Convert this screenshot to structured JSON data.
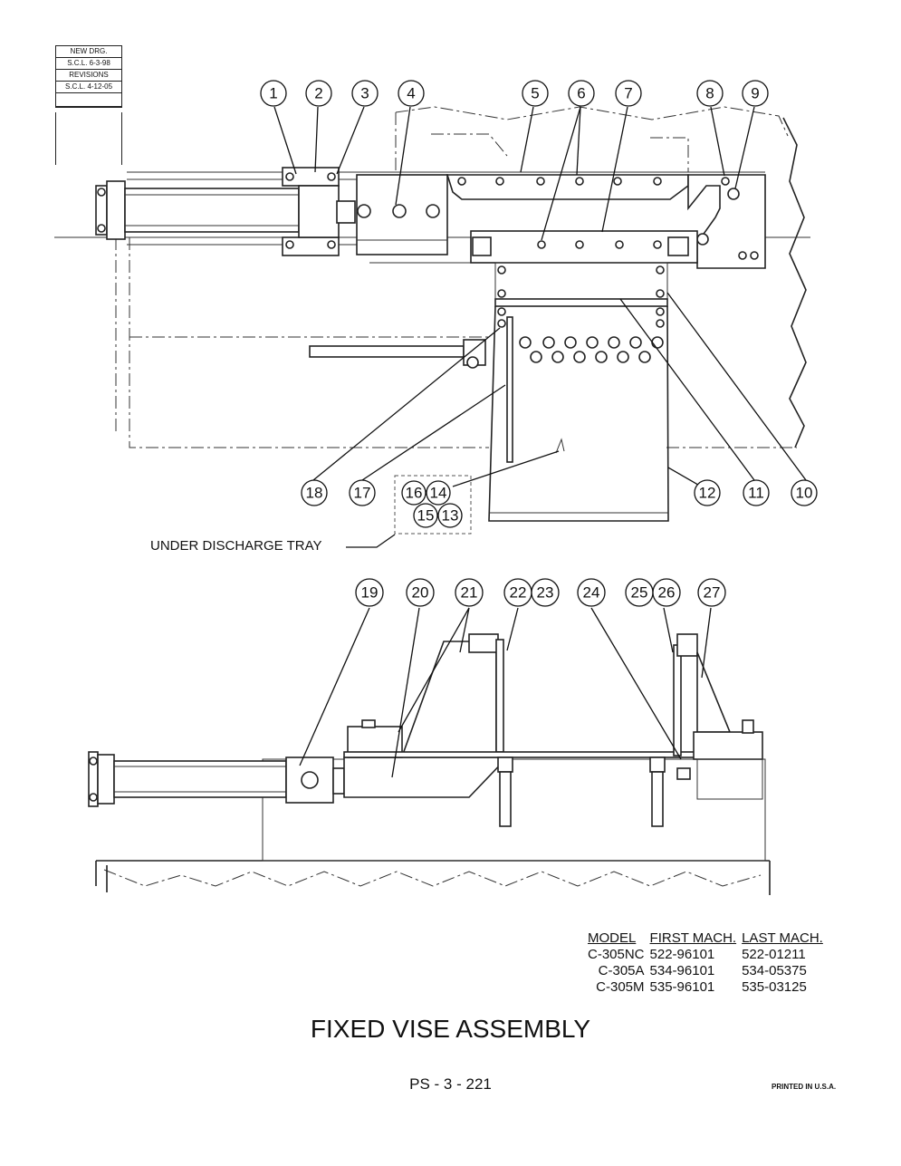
{
  "revision_block": {
    "line1": "NEW DRG.",
    "line2": "S.C.L. 6-3-98",
    "line3": "REVISIONS",
    "line4": "S.C.L. 4-12-05"
  },
  "balloons": [
    "1",
    "2",
    "3",
    "4",
    "5",
    "6",
    "7",
    "8",
    "9",
    "10",
    "11",
    "12",
    "13",
    "14",
    "15",
    "16",
    "17",
    "18",
    "19",
    "20",
    "21",
    "22",
    "23",
    "24",
    "25",
    "26",
    "27"
  ],
  "under_label": "UNDER DISCHARGE TRAY",
  "model_table": {
    "headers": [
      "MODEL",
      "FIRST MACH.",
      "LAST MACH."
    ],
    "rows": [
      [
        "C-305NC",
        "522-96101",
        "522-01211"
      ],
      [
        "C-305A",
        "534-96101",
        "534-05375"
      ],
      [
        "C-305M",
        "535-96101",
        "535-03125"
      ]
    ]
  },
  "title": "FIXED VISE ASSEMBLY",
  "page_number": "PS - 3 - 221",
  "printed": "PRINTED IN U.S.A."
}
